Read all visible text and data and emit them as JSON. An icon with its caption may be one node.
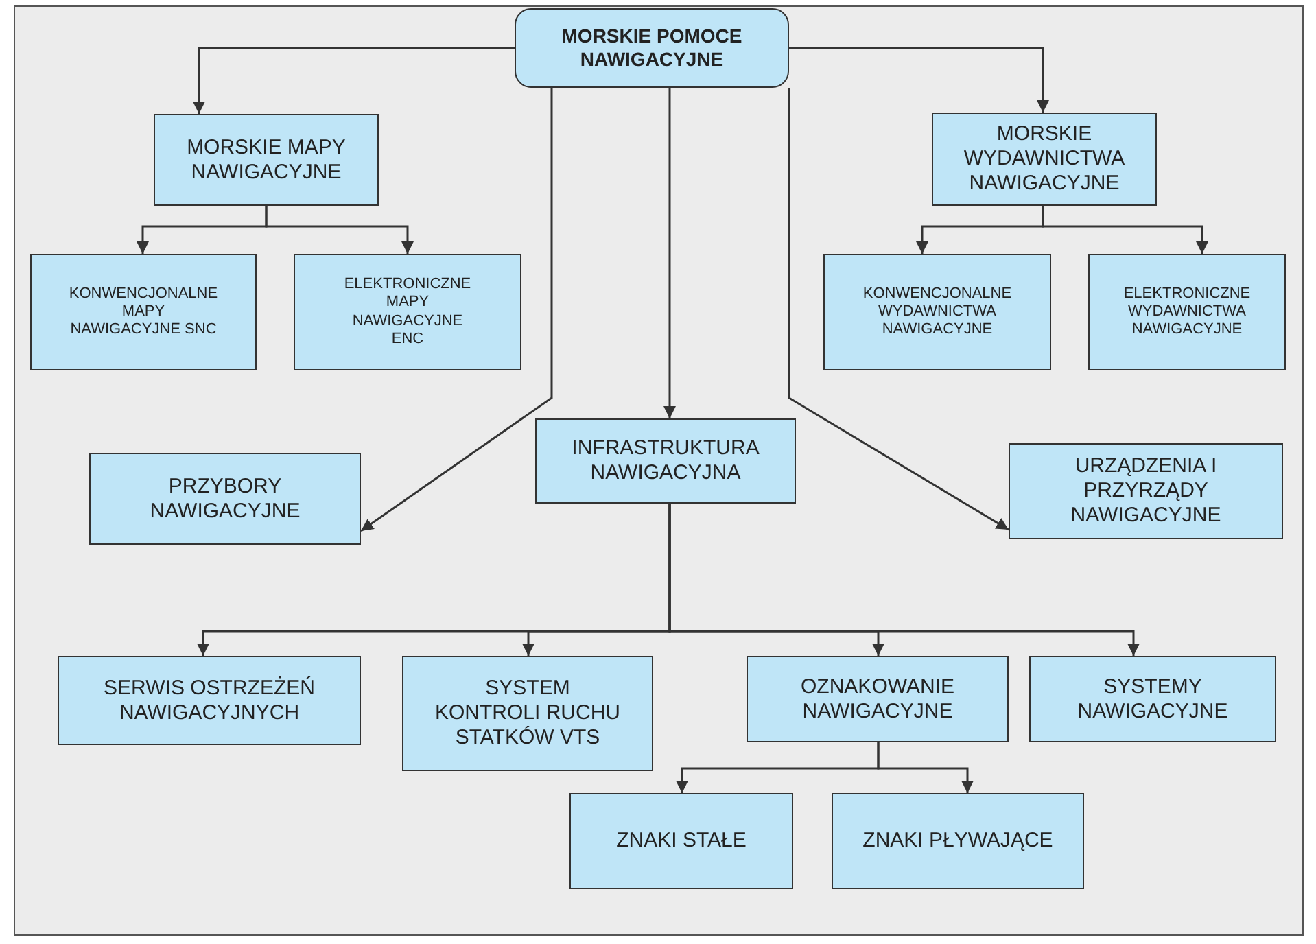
{
  "diagram": {
    "nodes": [
      {
        "text": [
          "MORSKIE POMOCE NAWIGACYJNE"
        ]
      },
      {
        "text": [
          "MORSKIE MAPY NAWIGACYJNE"
        ]
      },
      {
        "text": [
          "KONWENCJONALNE MAPY NAWIGACYJNE SNC"
        ]
      },
      {
        "text": [
          "ELEKTRONICZNE MAPY NAWIGACYJNE ENC"
        ]
      },
      {
        "text": [
          "MORSKIE WYDAWNICTWA NAWIGACYJNE"
        ]
      },
      {
        "text": [
          "KONWENCJONALNE WYDAWNICTWA NAWIGACYJNE"
        ]
      },
      {
        "text": [
          "ELEKTRONICZNE WYDAWNICTWA NAWIGACYJNE"
        ]
      },
      {
        "text": [
          "INFRASTRUKTURA NAWIGACYJNA"
        ]
      },
      {
        "text": [
          "PRZYBORY NAWIGACYJNE"
        ]
      },
      {
        "text": [
          "URZĄDZENIA I PRZYRZĄDY NAWIGACYJNE"
        ]
      },
      {
        "text": [
          "SERWIS OSTRZEŻEŃ NAWIGACYJNYCH"
        ]
      },
      {
        "text": [
          "SYSTEM KONTROLI RUCHU STATKÓW VTS"
        ]
      },
      {
        "text": [
          "OZNAKOWANIE NAWIGACYJNE"
        ]
      },
      {
        "text": [
          "SYSTEMY NAWIGACYJNE"
        ]
      },
      {
        "text": [
          "ZNAKI STAŁE"
        ]
      },
      {
        "text": [
          "ZNAKI PŁYWAJĄCE"
        ]
      }
    ],
    "edges": [
      {
        "from": 0,
        "to": 1,
        "arrow": "to"
      },
      {
        "from": 0,
        "to": 4,
        "arrow": "to"
      },
      {
        "from": 1,
        "to": 2,
        "arrow": "to"
      },
      {
        "from": 1,
        "to": 3,
        "arrow": "to"
      },
      {
        "from": 4,
        "to": 5,
        "arrow": "to"
      },
      {
        "from": 4,
        "to": 6,
        "arrow": "to"
      },
      {
        "from": 0,
        "to": 7,
        "arrow": "to"
      },
      {
        "from": 0,
        "to": 8,
        "arrow": "to"
      },
      {
        "from": 0,
        "to": 9,
        "arrow": "to"
      },
      {
        "from": 7,
        "to": 10,
        "arrow": "to"
      },
      {
        "from": 7,
        "to": 11,
        "arrow": "to"
      },
      {
        "from": 7,
        "to": 12,
        "arrow": "to"
      },
      {
        "from": 7,
        "to": 13,
        "arrow": "to"
      },
      {
        "from": 12,
        "to": 14,
        "arrow": "to"
      },
      {
        "from": 12,
        "to": 15,
        "arrow": "to"
      }
    ]
  }
}
